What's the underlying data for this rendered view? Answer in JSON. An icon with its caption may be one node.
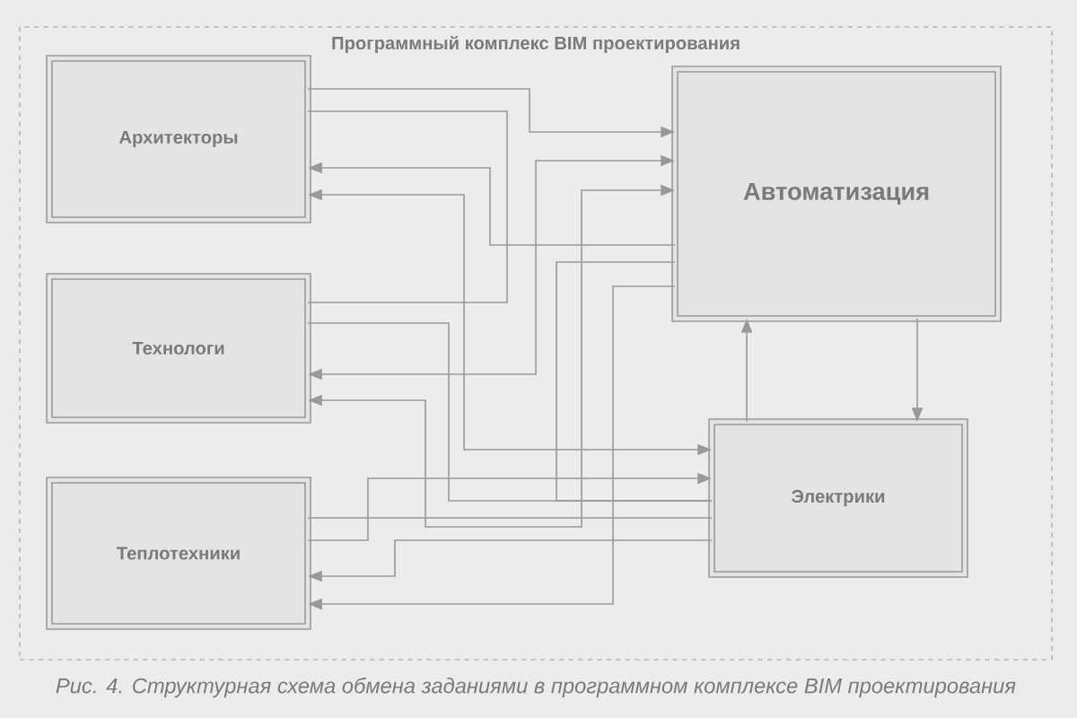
{
  "diagram": {
    "caption": "Рис. 4. Структурная схема обмена заданиями в программном комплексе BIM проектирования",
    "nodes": [
      {
        "text": [
          "Программный комплекс BIM проектирования"
        ]
      },
      {
        "text": [
          "Архитекторы"
        ],
        "in": 0
      },
      {
        "text": [
          "Технологи"
        ],
        "in": 0
      },
      {
        "text": [
          "Теплотехники"
        ],
        "in": 0
      },
      {
        "text": [
          "Автоматизация"
        ],
        "in": 0
      },
      {
        "text": [
          "Электрики"
        ],
        "in": 0
      }
    ],
    "edges": [
      {
        "from": 1,
        "to": 4,
        "arrow": "to"
      },
      {
        "from": 1,
        "to": 2,
        "arrow": "none"
      },
      {
        "from": 4,
        "to": 1,
        "arrow": "to"
      },
      {
        "from": 1,
        "to": 5,
        "arrow": "both"
      },
      {
        "from": 2,
        "to": 4,
        "arrow": "both"
      },
      {
        "from": 2,
        "to": 4,
        "arrow": "both"
      },
      {
        "from": 2,
        "to": 5,
        "arrow": "none"
      },
      {
        "from": 4,
        "to": 5,
        "arrow": "none"
      },
      {
        "from": 4,
        "to": 3,
        "arrow": "to"
      },
      {
        "from": 3,
        "to": 5,
        "arrow": "none"
      },
      {
        "from": 3,
        "to": 5,
        "arrow": "to"
      },
      {
        "from": 5,
        "to": 3,
        "arrow": "to"
      },
      {
        "from": 5,
        "to": 4,
        "arrow": "to"
      },
      {
        "from": 4,
        "to": 5,
        "arrow": "to"
      }
    ]
  }
}
